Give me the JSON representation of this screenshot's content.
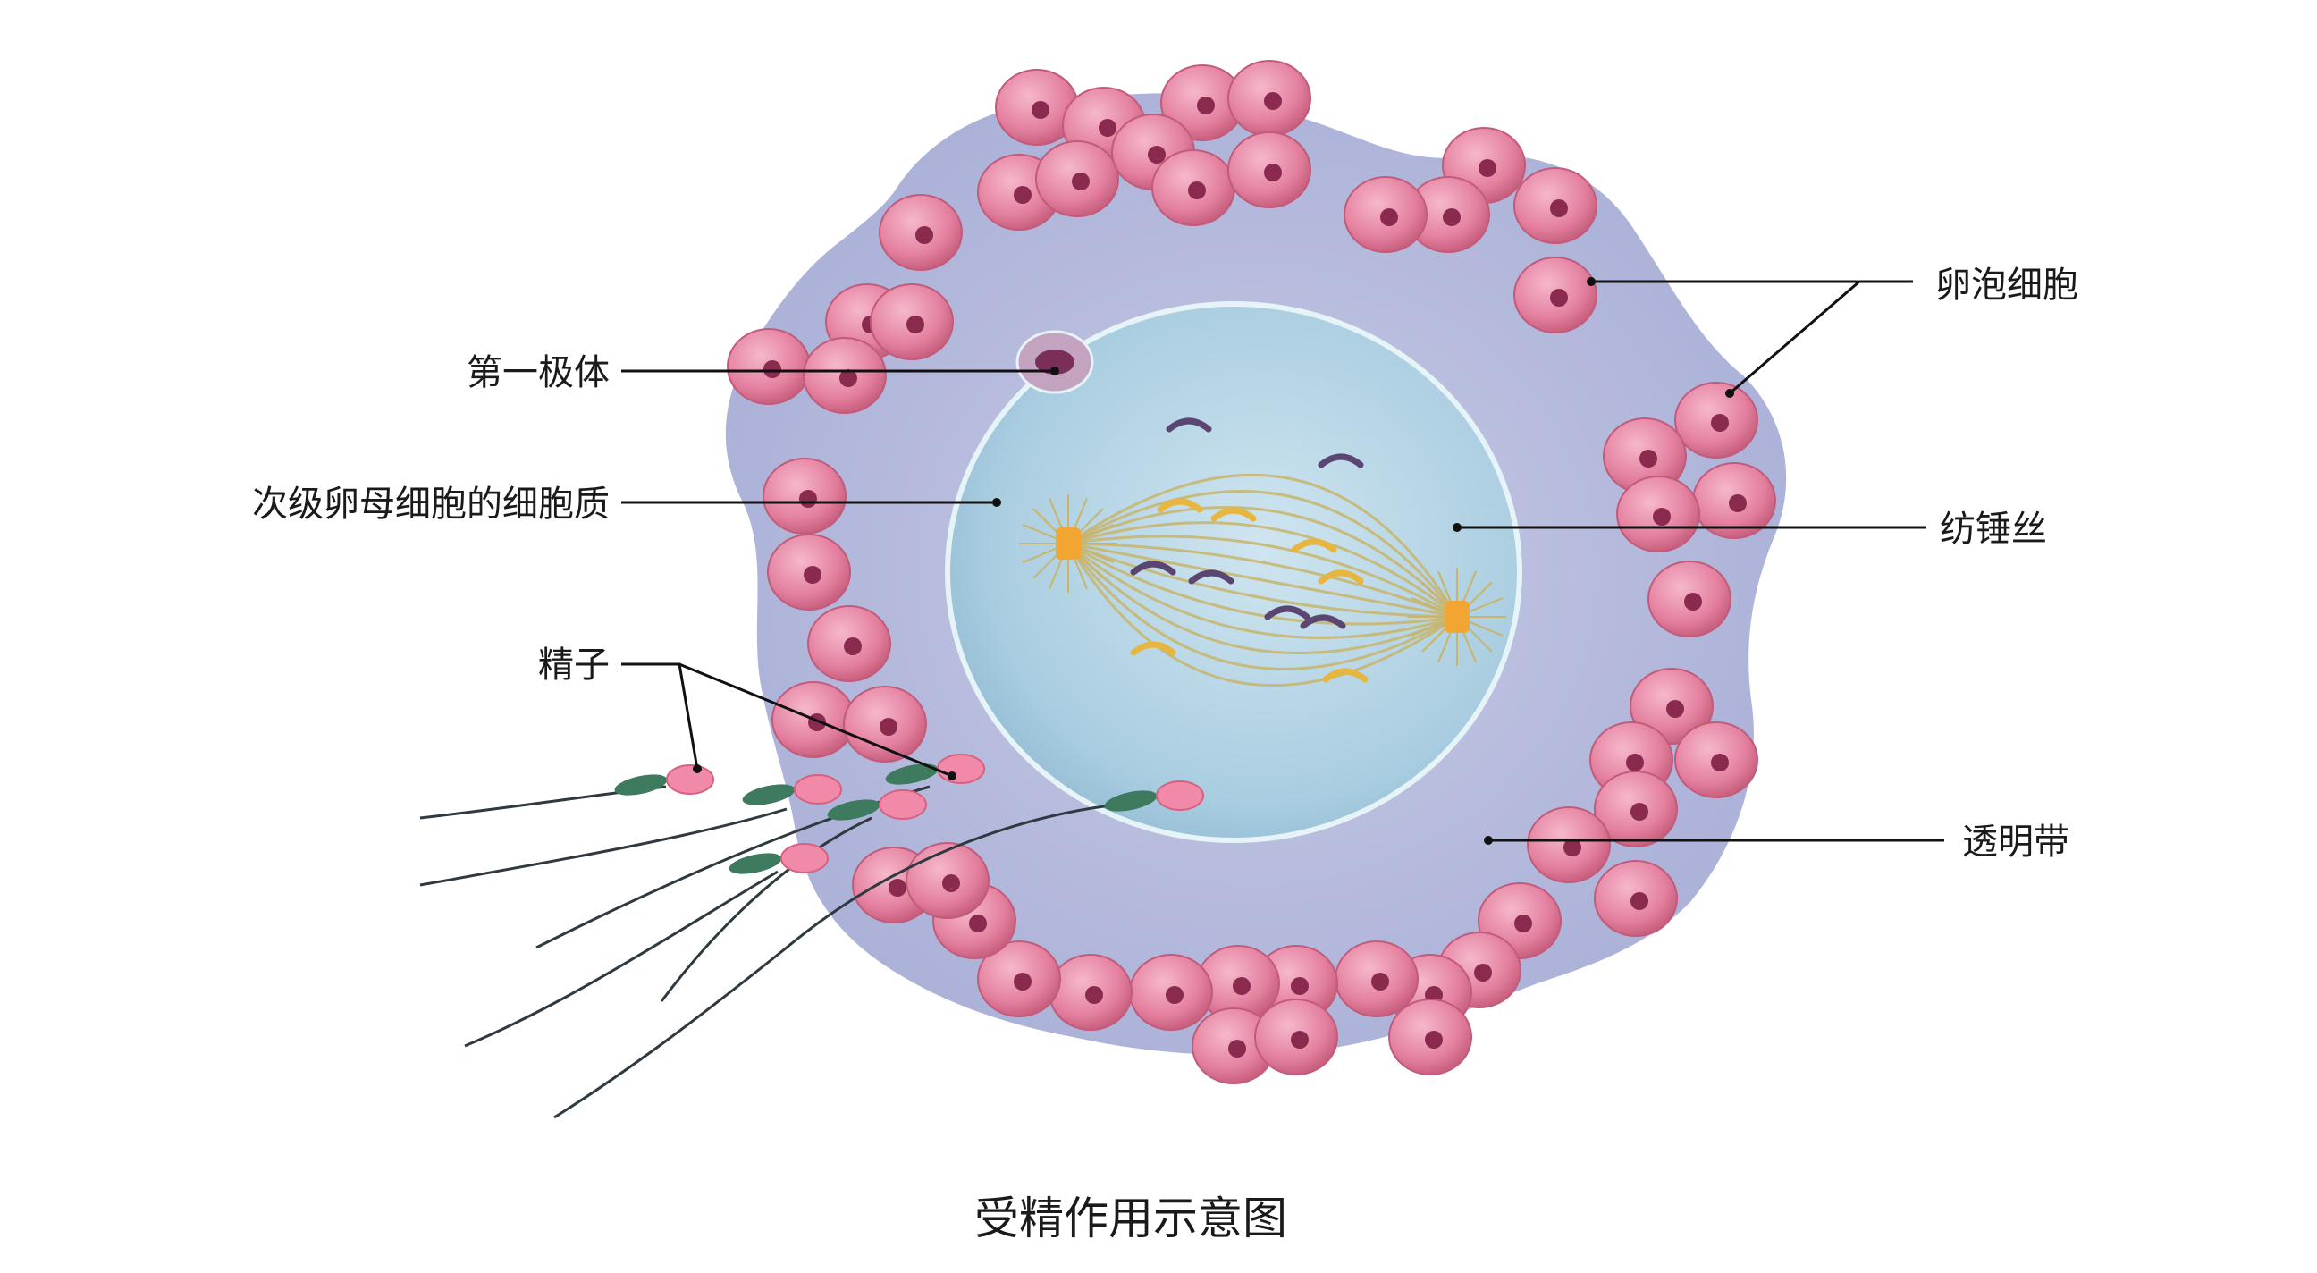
{
  "caption": "受精作用示意图",
  "labels": {
    "polar_body": "第一极体",
    "cytoplasm": "次级卵母细胞的细胞质",
    "sperm": "精子",
    "follicle_cells": "卵泡细胞",
    "spindle": "纺锤丝",
    "zona": "透明带"
  },
  "colors": {
    "follicle_cell": "#e58aa6",
    "follicle_nucleus": "#8a2a4e",
    "zona": "#b9bfe0",
    "cytoplasm": "#b5d6e8",
    "membrane": "#dff0f5",
    "spindle_fibers": "#c8b46a",
    "centrosome": "#f2a531",
    "chromosome_gold": "#e6b640",
    "chromosome_purple": "#5a4670",
    "sperm_head": "#f08aa8",
    "sperm_midpiece": "#3d7a5e",
    "sperm_tail": "#2e3a40"
  }
}
